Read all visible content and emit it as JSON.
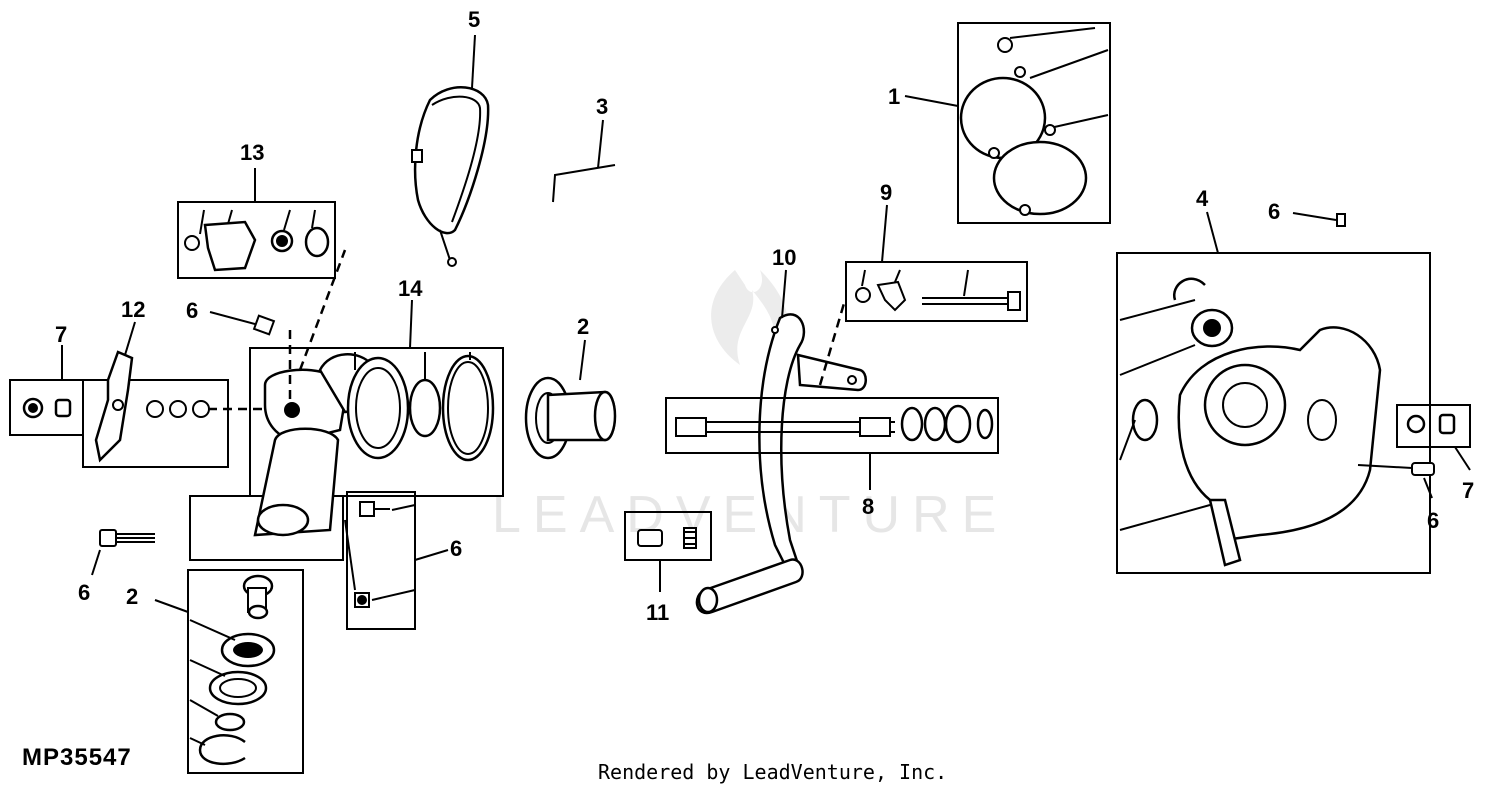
{
  "figure_id": "MP35547",
  "credit": "Rendered by LeadVenture, Inc.",
  "watermark": "LEADVENTURE",
  "callouts": {
    "c1": "1",
    "c2a": "2",
    "c2b": "2",
    "c3": "3",
    "c4": "4",
    "c5": "5",
    "c6a": "6",
    "c6b": "6",
    "c6c": "6",
    "c6d": "6",
    "c6e": "6",
    "c7a": "7",
    "c7b": "7",
    "c8": "8",
    "c9": "9",
    "c10": "10",
    "c11": "11",
    "c12": "12",
    "c13": "13",
    "c14": "14"
  }
}
